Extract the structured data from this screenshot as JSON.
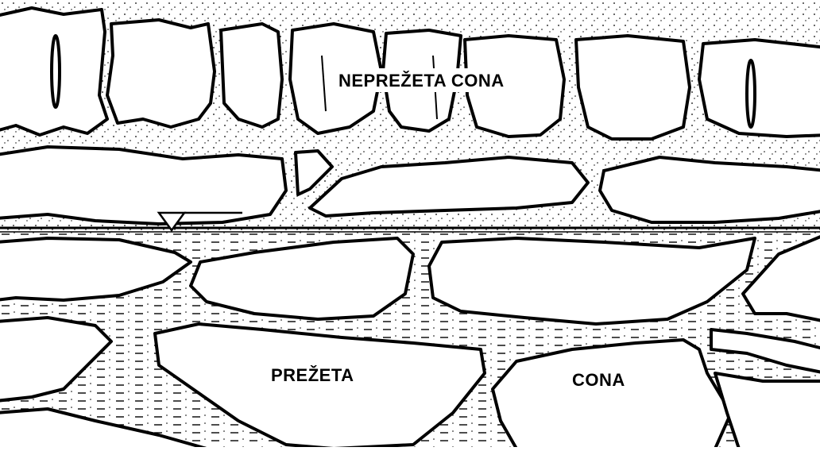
{
  "labels": {
    "unsaturated_zone": "NEPREŽETA CONA",
    "saturated_word1": "PREŽETA",
    "saturated_word2": "CONA"
  }
}
